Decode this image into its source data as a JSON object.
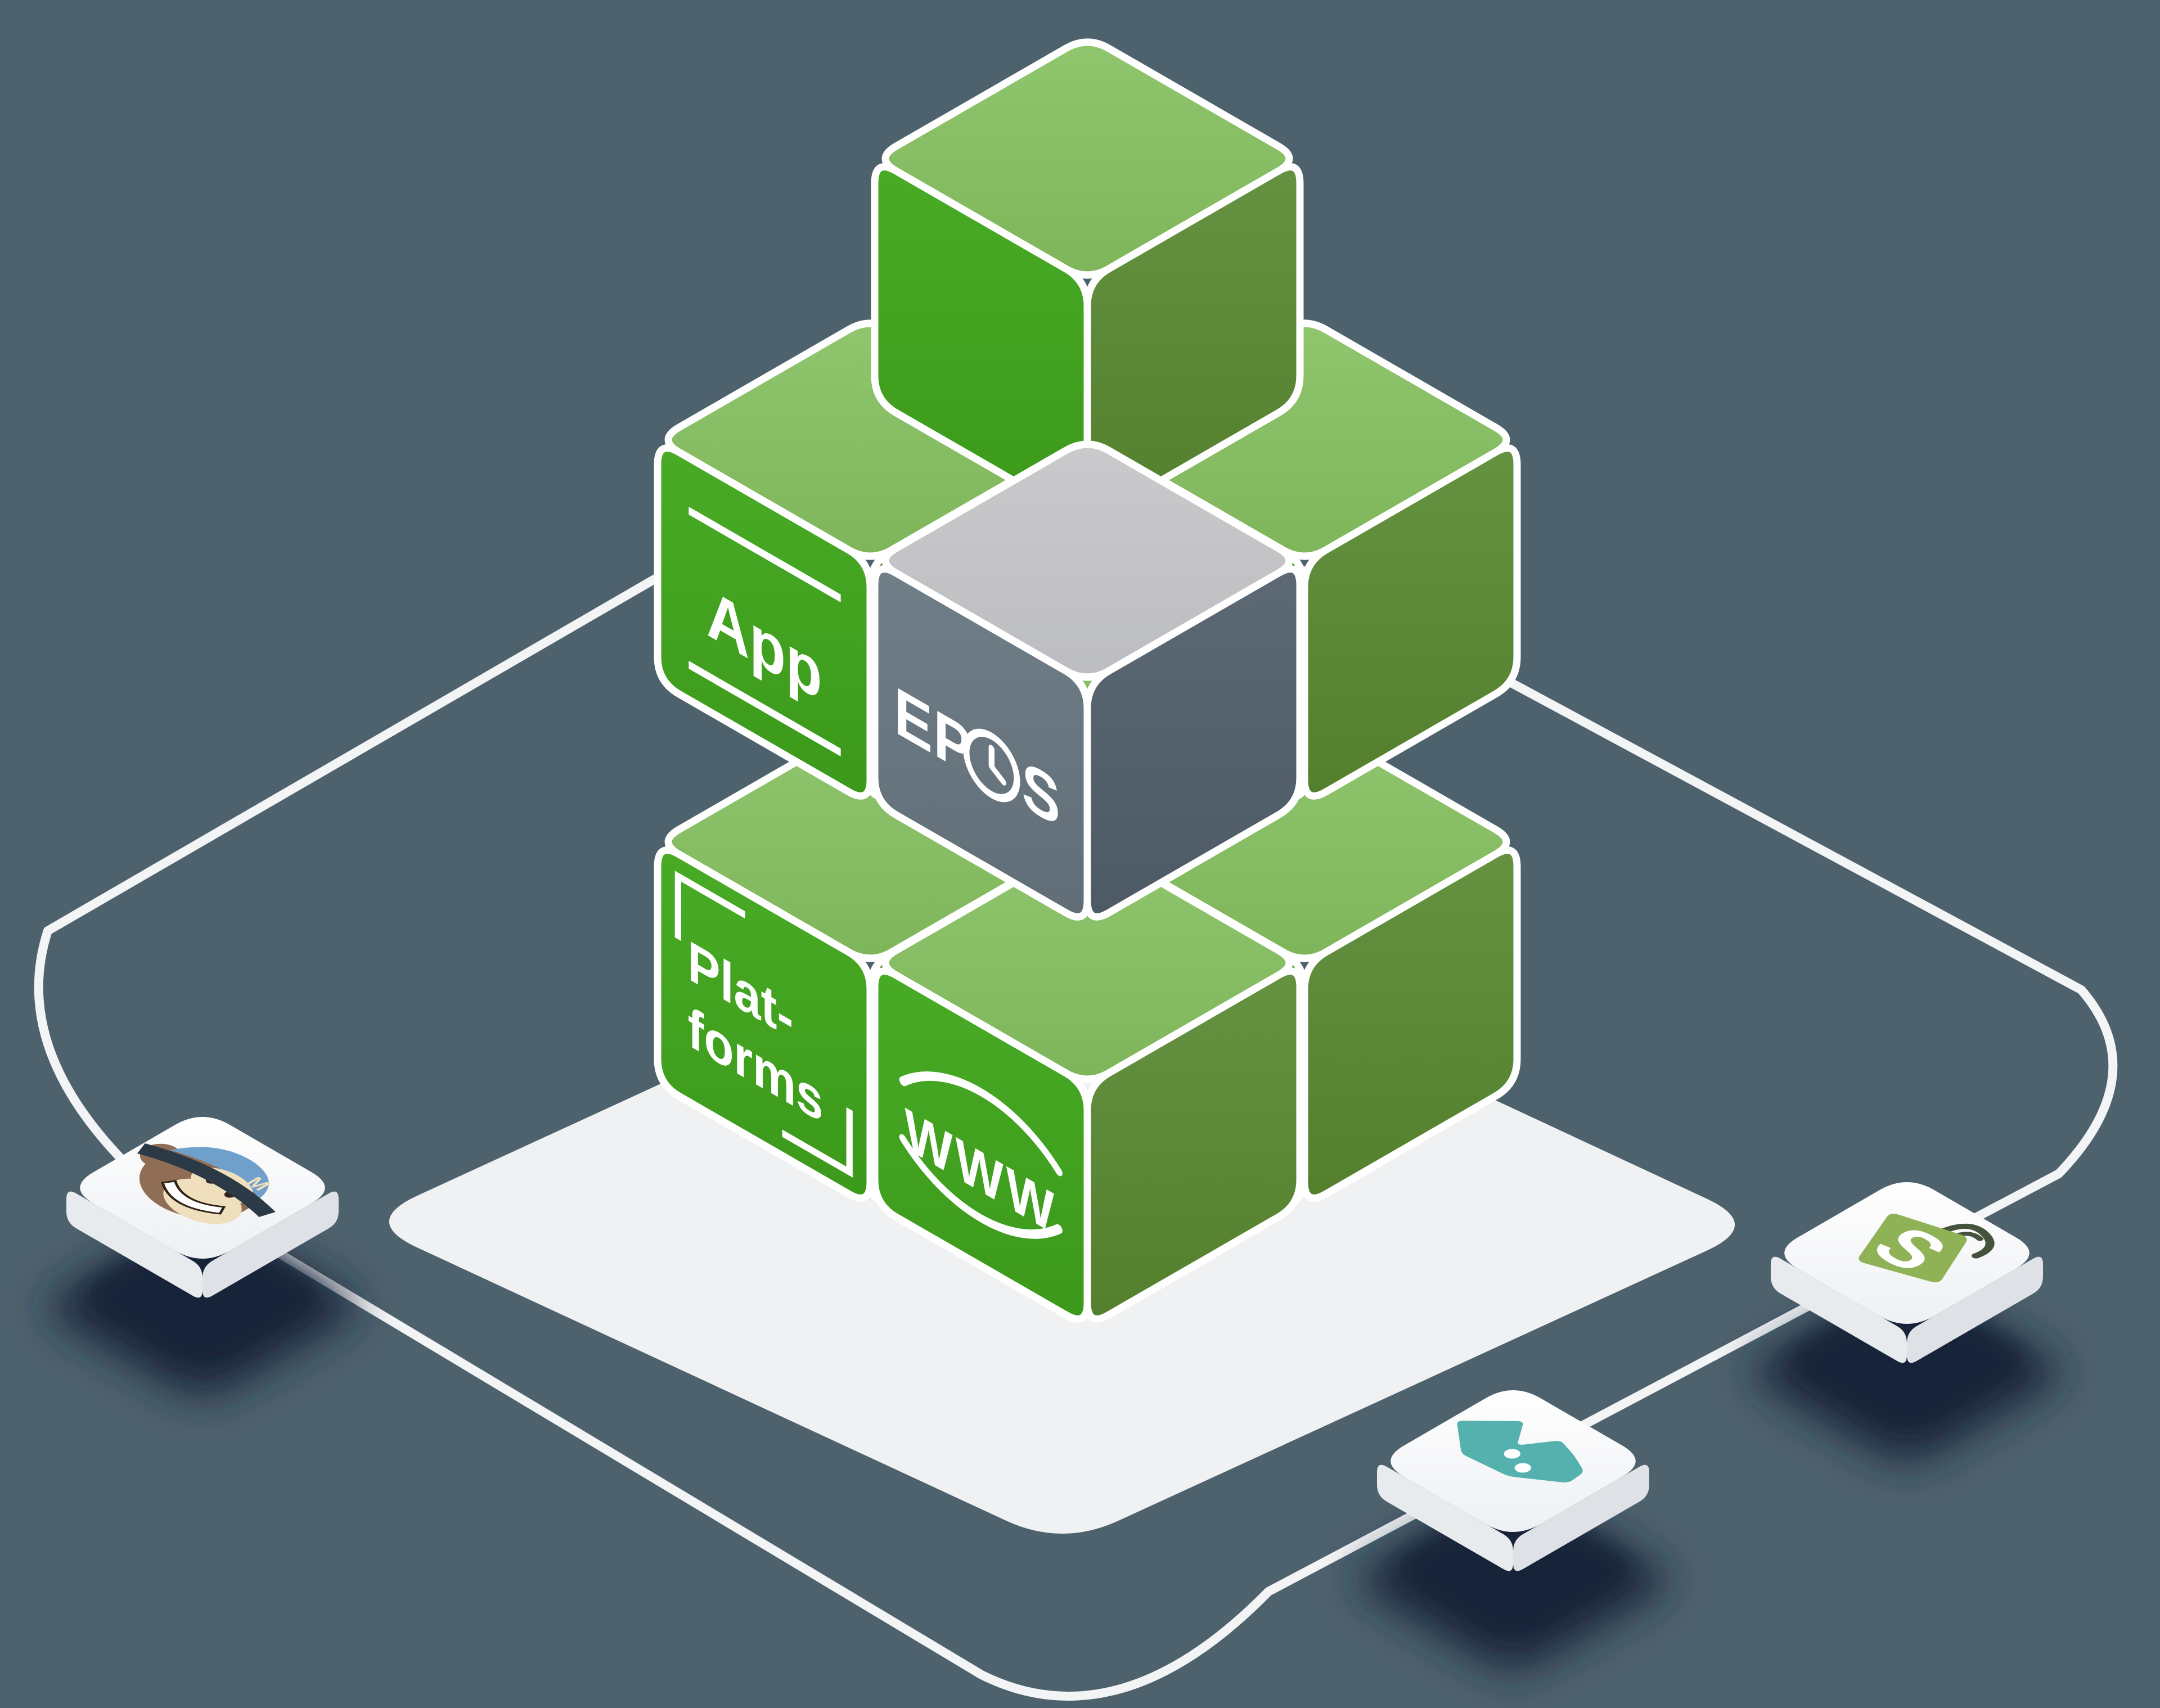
{
  "illustration": {
    "background_color": "#4e626e",
    "connector_line_color": "#f3f4f5",
    "platform_color": "#f0f1f2"
  },
  "cube_stack": {
    "colors": {
      "green_left": [
        "#48ab25",
        "#3c991b"
      ],
      "green_right": [
        "#649240",
        "#54802e"
      ],
      "green_top": [
        "#8fc66e",
        "#7fb55a"
      ],
      "gray_left": [
        "#707e88",
        "#616e78"
      ],
      "gray_right": [
        "#5c6974",
        "#4d5a65"
      ],
      "gray_top": [
        "#cacacc",
        "#bcbdc0"
      ]
    },
    "labels": {
      "app": "App",
      "epos_prefix": "EP",
      "epos_suffix": "S",
      "platforms_line1": "Plat-",
      "platforms_line2": "forms",
      "www": "WWW"
    }
  },
  "tile_style": {
    "top": [
      "#ffffff",
      "#eef0f3"
    ],
    "side_left": "#e8ebee",
    "side_right": "#dee2e7",
    "shadow": "#152238"
  },
  "integration_tiles": [
    {
      "id": "mailchimp",
      "icon": "mailchimp-monkey-icon",
      "badge": "M",
      "colors": {
        "head": "#8f6e55",
        "cream": "#efdfbc",
        "cap": "#6f9fcb",
        "cap_dark": "#2c3947",
        "features": "#31231a",
        "teeth": "#ffffff"
      }
    },
    {
      "id": "deliveroo",
      "icon": "deliveroo-kangaroo-icon",
      "colors": {
        "teal": "#55b1ad",
        "eyes": "#ffffff"
      }
    },
    {
      "id": "shopify",
      "icon": "shopify-bag-icon",
      "letter": "S",
      "colors": {
        "bag": "#8fb257",
        "handle": "#45523c",
        "letter_fill": "#ffffff"
      }
    }
  ]
}
